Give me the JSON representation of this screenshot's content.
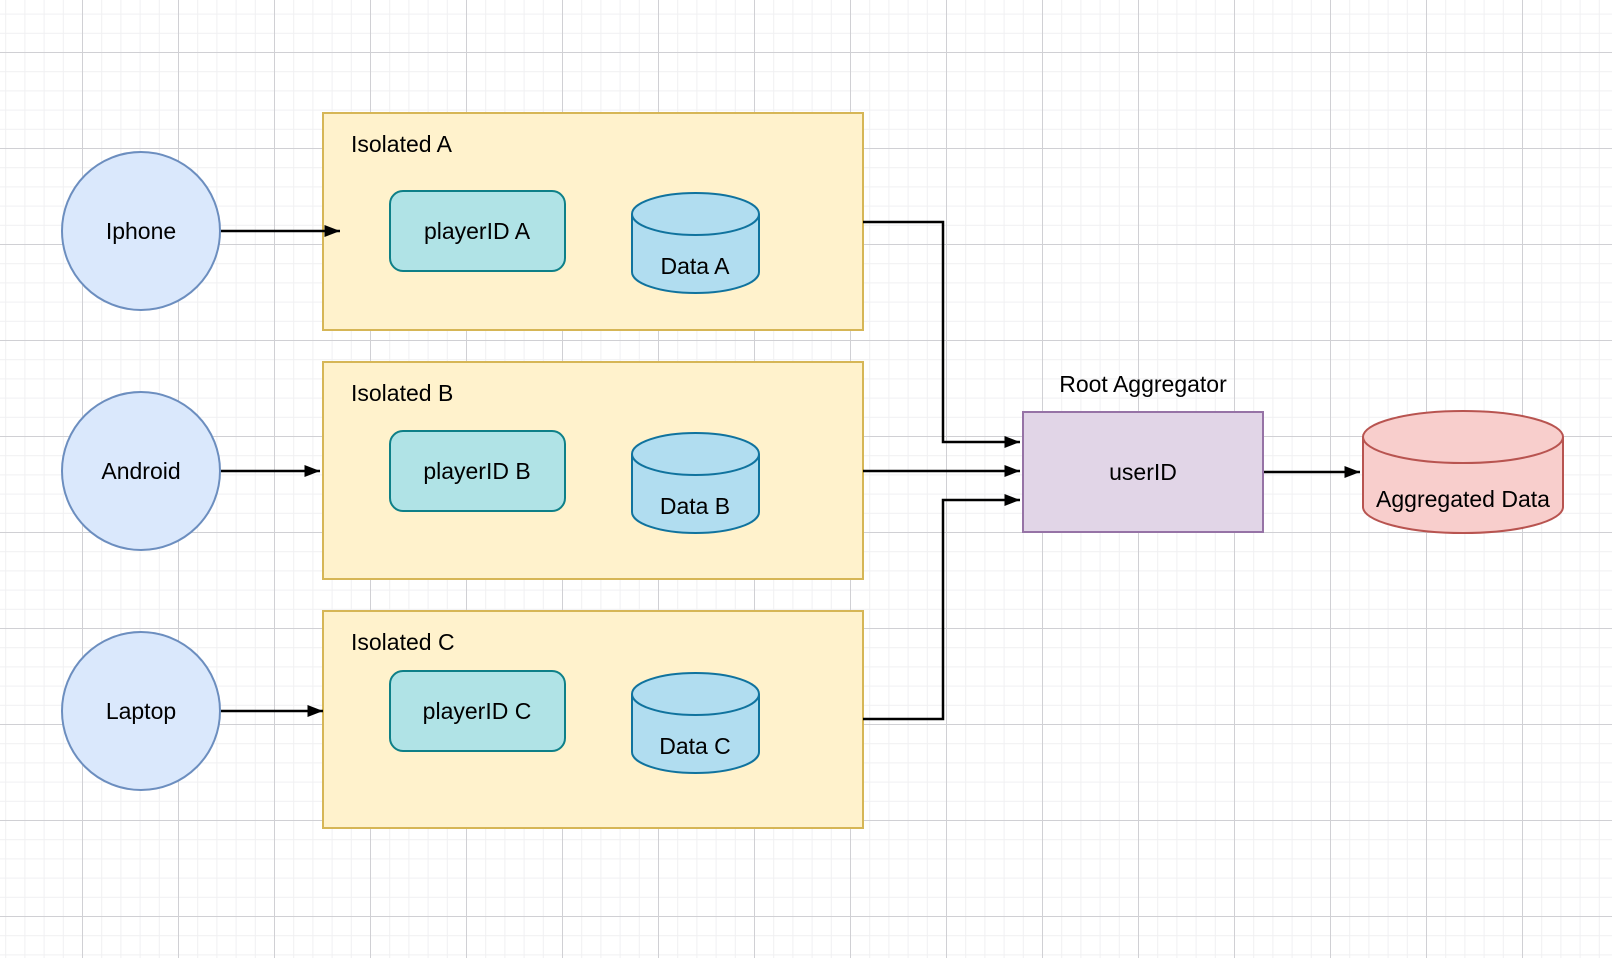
{
  "diagram": {
    "devices": [
      {
        "label": "Iphone"
      },
      {
        "label": "Android"
      },
      {
        "label": "Laptop"
      }
    ],
    "containers": [
      {
        "label": "Isolated A",
        "player_id": "playerID A",
        "data_store": "Data A"
      },
      {
        "label": "Isolated B",
        "player_id": "playerID B",
        "data_store": "Data B"
      },
      {
        "label": "Isolated C",
        "player_id": "playerID C",
        "data_store": "Data C"
      }
    ],
    "aggregator": {
      "title": "Root Aggregator",
      "label": "userID"
    },
    "output": {
      "label": "Aggregated Data"
    }
  },
  "colors": {
    "device_fill": "#dae8fc",
    "device_stroke": "#6c8ebf",
    "container_fill": "#fff2cc",
    "container_stroke": "#d6b656",
    "player_fill": "#b0e3e6",
    "player_stroke": "#0e8088",
    "data_fill": "#b1ddf0",
    "data_stroke": "#10739e",
    "aggregator_fill": "#e1d5e7",
    "aggregator_stroke": "#9673a6",
    "output_fill": "#f8cecc",
    "output_stroke": "#b85450",
    "edge": "#000000",
    "grid_minor": "#f0f0f2",
    "grid_major": "#d0d0d4"
  }
}
